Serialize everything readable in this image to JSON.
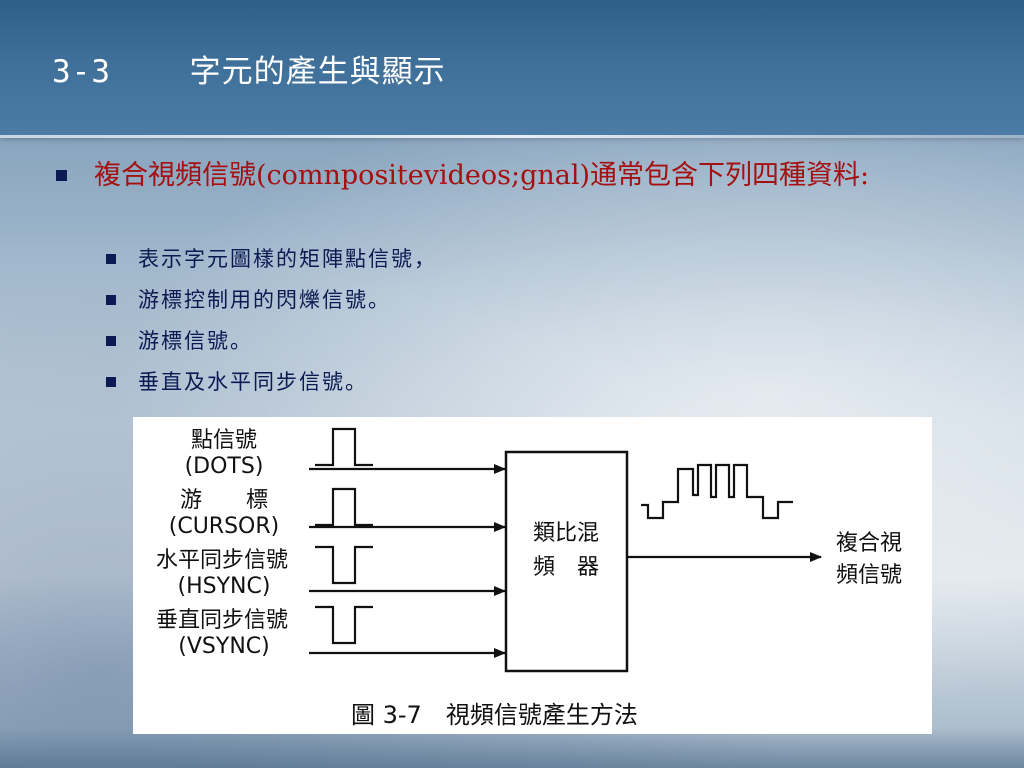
{
  "title": "3-3    字元的產生與顯示",
  "bullets": {
    "main": "複合視頻信號(comnpositevideos;gnal)通常包含下列四種資料:",
    "sub": [
      "表示字元圖樣的矩陣點信號，",
      "游標控制用的閃爍信號。",
      "游標信號。",
      "垂直及水平同步信號。"
    ]
  },
  "figure": {
    "inputs": [
      {
        "line1": "點信號",
        "line2": "(DOTS)"
      },
      {
        "line1": "游　　標",
        "line2": "(CURSOR)"
      },
      {
        "line1": "水平同步信號",
        "line2": "(HSYNC)"
      },
      {
        "line1": "垂直同步信號",
        "line2": "(VSYNC)"
      }
    ],
    "mixer_line1": "類比混",
    "mixer_line2": "頻　器",
    "output_line1": "複合視",
    "output_line2": "頻信號",
    "caption": "圖 3-7　視頻信號產生方法"
  },
  "colors": {
    "header": "#3d6e98",
    "main_bullet_text": "#a51010",
    "sub_bullet_text": "#0b1a52"
  }
}
